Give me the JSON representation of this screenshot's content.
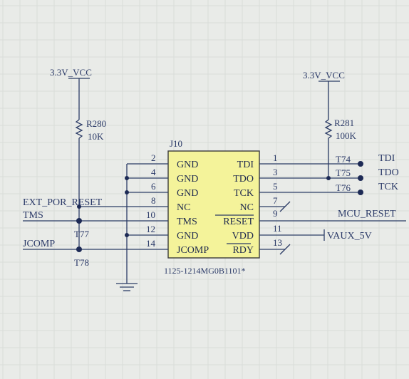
{
  "power_labels": {
    "left": "3.3V_VCC",
    "right": "3.3V_VCC"
  },
  "resistors": [
    {
      "ref": "R280",
      "value": "10K"
    },
    {
      "ref": "R281",
      "value": "100K"
    }
  ],
  "connector": {
    "ref": "J10",
    "part_number": "1125-1214MG0B1101*",
    "left_pins": [
      {
        "num": "2",
        "name": "GND"
      },
      {
        "num": "4",
        "name": "GND"
      },
      {
        "num": "6",
        "name": "GND"
      },
      {
        "num": "8",
        "name": "NC"
      },
      {
        "num": "10",
        "name": "TMS"
      },
      {
        "num": "12",
        "name": "GND"
      },
      {
        "num": "14",
        "name": "JCOMP"
      }
    ],
    "right_pins": [
      {
        "num": "1",
        "name": "TDI"
      },
      {
        "num": "3",
        "name": "TDO"
      },
      {
        "num": "5",
        "name": "TCK"
      },
      {
        "num": "7",
        "name": "NC"
      },
      {
        "num": "9",
        "name": "RESET"
      },
      {
        "num": "11",
        "name": "VDD"
      },
      {
        "num": "13",
        "name": "RDY"
      }
    ]
  },
  "net_labels": {
    "ext_por_reset": "EXT_POR_RESET",
    "tms": "TMS",
    "jcomp": "JCOMP",
    "tdi": "TDI",
    "tdo": "TDO",
    "tck": "TCK",
    "mcu_reset": "MCU_RESET",
    "vaux": "VAUX_5V"
  },
  "test_points": {
    "t74": "T74",
    "t75": "T75",
    "t76": "T76",
    "t77": "T77",
    "t78": "T78"
  },
  "colors": {
    "ink": "#2b3a68",
    "chip_fill": "#f4f39a",
    "chip_border": "#3a3a3a",
    "background": "#e9ebe8"
  }
}
